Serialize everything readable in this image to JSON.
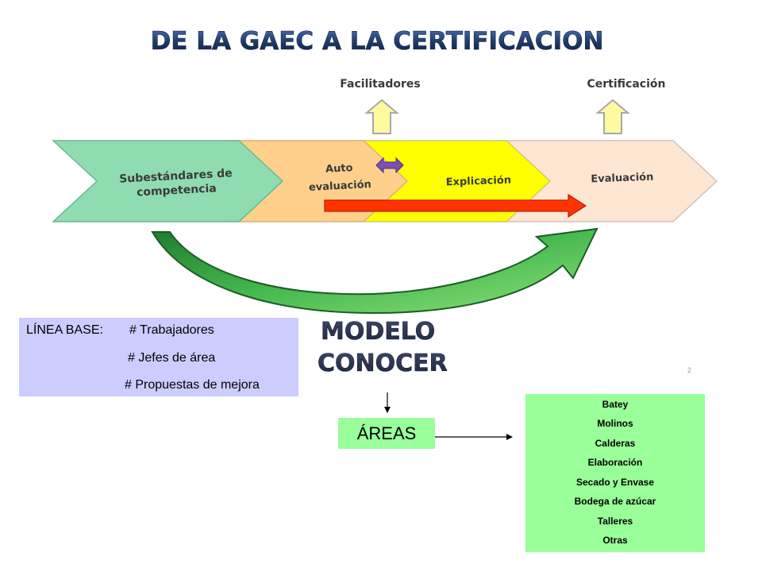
{
  "title": "DE LA GAEC A LA CERTIFICACION",
  "up_labels": {
    "facilitadores": "Facilitadores",
    "certificacion": "Certificación"
  },
  "stages": [
    {
      "lines": [
        "Subestándares de",
        "competencia"
      ],
      "color": "#8fdcb0"
    },
    {
      "lines": [
        "Auto",
        "evaluación"
      ],
      "color": "#fed08c"
    },
    {
      "lines": [
        "Explicación"
      ],
      "color": "#ffff00"
    },
    {
      "lines": [
        "Evaluación"
      ],
      "color": "#fde6d2"
    }
  ],
  "model_label": {
    "line1": "MODELO",
    "line2": "CONOCER"
  },
  "linea_base": {
    "label": "LÍNEA BASE:",
    "item1": "# Trabajadores",
    "item2": "# Jefes de área",
    "item3": "# Propuestas de mejora"
  },
  "areas_label": "ÁREAS",
  "areas_list": [
    "Batey",
    "Molinos",
    "Calderas",
    "Elaboración",
    "Secado y Envase",
    "Bodega de azúcar",
    "Talleres",
    "Otras"
  ],
  "page_number": "2",
  "colors": {
    "title": "#1f3864",
    "stage_text": "#3a3a3a",
    "up_arrow": "#fffaa0",
    "red_arrow": "#ff3300",
    "green_arrow": "#2f9e44",
    "double_arrow": "#7b4fb5",
    "linea_bg": "#ccccff",
    "areas_bg": "#99ff99"
  }
}
